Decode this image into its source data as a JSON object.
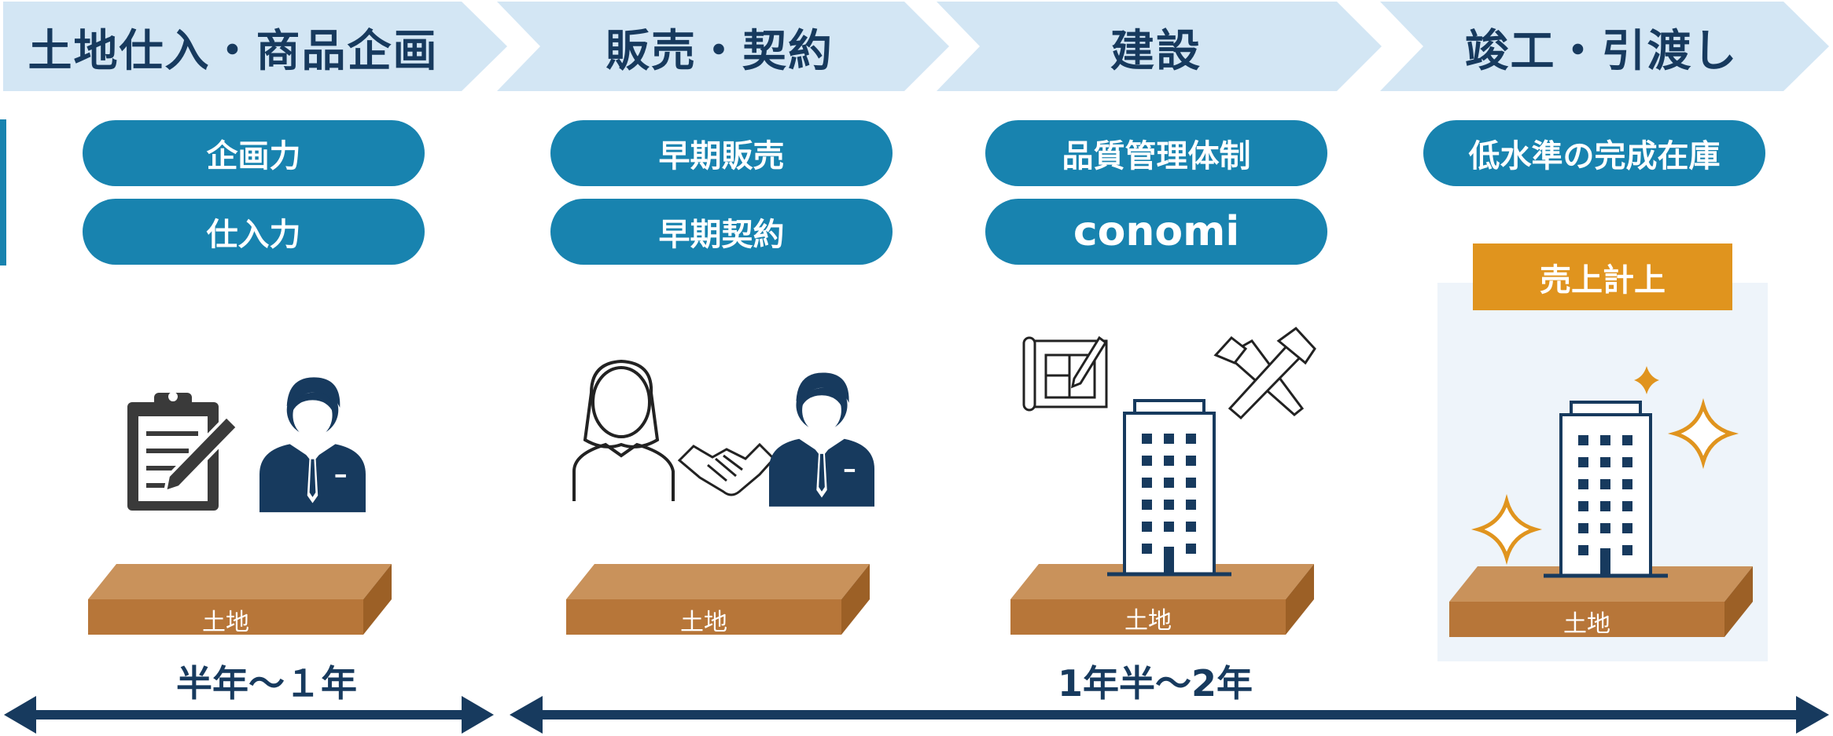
{
  "stages": [
    {
      "title": "土地仕入・商品企画",
      "pills": [
        "企画力",
        "仕入力"
      ]
    },
    {
      "title": "販売・契約",
      "pills": [
        "早期販売",
        "早期契約"
      ]
    },
    {
      "title": "建設",
      "pills": [
        "品質管理体制",
        "conomi"
      ]
    },
    {
      "title": "竣工・引渡し",
      "pills": [
        "低水準の完成在庫"
      ]
    }
  ],
  "land_label": "土地",
  "sales_badge": "売上計上",
  "durations": {
    "first": "半年～１年",
    "second": "1年半～2年"
  },
  "colors": {
    "banner": "#d3e6f4",
    "title_text": "#173a5e",
    "pill": "#1883af",
    "arrow": "#173a5e",
    "land_top": "#c9925b",
    "land_front": "#b77639",
    "land_side": "#9c6026",
    "badge": "#e0941e",
    "sparkle": "#e0941e",
    "highlight_panel": "#eef4fa"
  },
  "icons": [
    "clipboard-pencil-icon",
    "businessman-icon",
    "woman-icon",
    "handshake-icon",
    "blueprint-icon",
    "hammer-icon",
    "building-icon",
    "sparkle-icon"
  ]
}
